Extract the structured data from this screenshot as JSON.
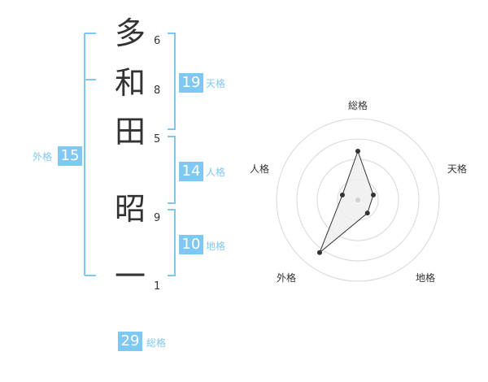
{
  "name_chars": [
    "多",
    "和",
    "田",
    "昭",
    "一"
  ],
  "strokes": [
    "6",
    "8",
    "5",
    "9",
    "1"
  ],
  "fortunes": {
    "tenkaku": {
      "value": "19",
      "label": "天格"
    },
    "jinkaku": {
      "value": "14",
      "label": "人格"
    },
    "chikaku": {
      "value": "10",
      "label": "地格"
    },
    "gaikaku": {
      "value": "15",
      "label": "外格"
    },
    "soukaku": {
      "value": "29",
      "label": "総格"
    }
  },
  "radar": {
    "axes": [
      "総格",
      "天格",
      "地格",
      "外格",
      "人格"
    ],
    "values": [
      3,
      1,
      1,
      4,
      1
    ],
    "max": 5
  },
  "colors": {
    "accent": "#7ec8f4",
    "text": "#333333",
    "grid": "#d8d8d8",
    "fill": "#eeeeee",
    "center": "#d0d0d0"
  }
}
